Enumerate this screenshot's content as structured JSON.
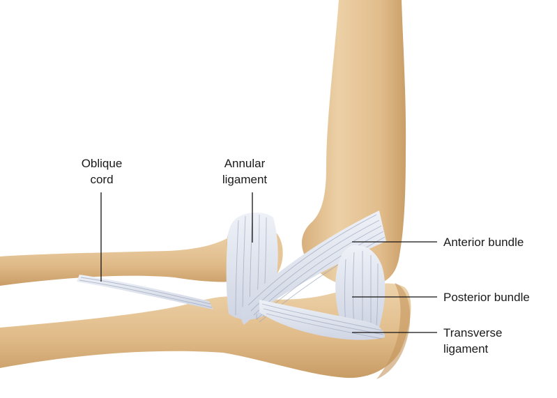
{
  "labels": {
    "oblique_cord": [
      "Oblique",
      "cord"
    ],
    "annular_ligament": [
      "Annular",
      "ligament"
    ],
    "anterior_bundle": "Anterior bundle",
    "posterior_bundle": "Posterior bundle",
    "transverse_ligament": [
      "Transverse",
      "ligament"
    ]
  },
  "colors": {
    "bone": "#e3c191",
    "bone_shadow": "#c9a06c",
    "ligament": "#dfe3ee",
    "ligament_fiber": "#9ea7bd",
    "background": "#ffffff"
  }
}
